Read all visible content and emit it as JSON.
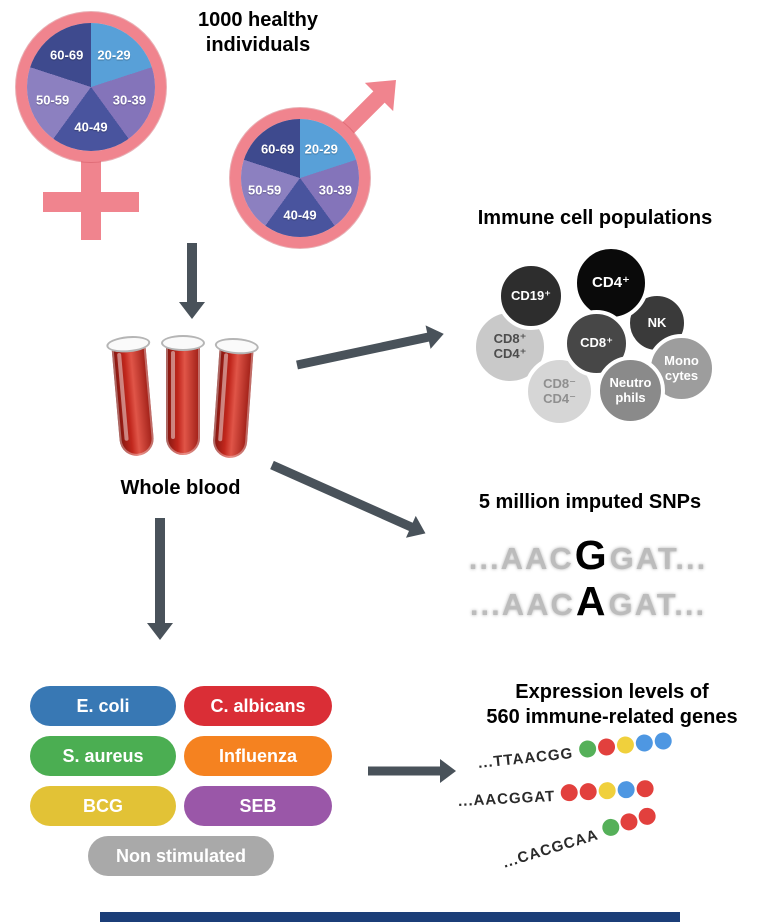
{
  "header": {
    "title": "1000 healthy individuals"
  },
  "pie": {
    "slices": [
      {
        "label": "20-29",
        "color": "#58a0d8"
      },
      {
        "label": "30-39",
        "color": "#8474ba"
      },
      {
        "label": "40-49",
        "color": "#49549e"
      },
      {
        "label": "50-59",
        "color": "#8c80c0"
      },
      {
        "label": "60-69",
        "color": "#3e4a8e"
      }
    ]
  },
  "blood": {
    "label": "Whole blood"
  },
  "immune": {
    "title": "Immune cell populations",
    "cells": [
      {
        "line1": "CD19⁺",
        "line2": "",
        "bg": "#2d2d2d",
        "fg": "#ffffff"
      },
      {
        "line1": "CD4⁺",
        "line2": "",
        "bg": "#0a0a0a",
        "fg": "#ffffff"
      },
      {
        "line1": "NK",
        "line2": "",
        "bg": "#3a3a3a",
        "fg": "#ffffff"
      },
      {
        "line1": "CD8⁺",
        "line2": "CD4⁺",
        "bg": "#c9c9c9",
        "fg": "#4d4d4d"
      },
      {
        "line1": "CD8⁺",
        "line2": "",
        "bg": "#474747",
        "fg": "#ffffff"
      },
      {
        "line1": "Mono",
        "line2": "cytes",
        "bg": "#9d9d9d",
        "fg": "#ffffff"
      },
      {
        "line1": "CD8⁻",
        "line2": "CD4⁻",
        "bg": "#d6d6d6",
        "fg": "#8f8f8f"
      },
      {
        "line1": "Neutro",
        "line2": "phils",
        "bg": "#8a8a8a",
        "fg": "#ffffff"
      }
    ]
  },
  "snps": {
    "title": "5 million imputed SNPs",
    "seq1": {
      "pre": "...AAC",
      "variant": "G",
      "post": "GAT..."
    },
    "seq2": {
      "pre": "...AAC",
      "variant": "A",
      "post": "GAT..."
    }
  },
  "stimuli": {
    "items": [
      {
        "label": "E. coli",
        "color": "#3878b4"
      },
      {
        "label": "C. albicans",
        "color": "#da2e36"
      },
      {
        "label": "S. aureus",
        "color": "#4bae52"
      },
      {
        "label": "Influenza",
        "color": "#f58220"
      },
      {
        "label": "BCG",
        "color": "#e2c236"
      },
      {
        "label": "SEB",
        "color": "#9a57a8"
      },
      {
        "label": "Non stimulated",
        "color": "#a9a9a9"
      }
    ]
  },
  "expression": {
    "title_line1": "Expression levels of",
    "title_line2": "560 immune-related genes",
    "bead_colors": {
      "green": "#55b059",
      "red": "#e2403d",
      "yellow": "#f0d03c",
      "blue": "#4e97e2"
    },
    "rows": [
      {
        "seq": "...TTAACGG",
        "beads": [
          "green",
          "red",
          "yellow",
          "blue",
          "blue"
        ]
      },
      {
        "seq": "...AACGGAT",
        "beads": [
          "red",
          "red",
          "yellow",
          "blue",
          "red"
        ]
      },
      {
        "seq": "...CACGCAA",
        "beads": [
          "green",
          "red",
          "red"
        ]
      }
    ]
  }
}
